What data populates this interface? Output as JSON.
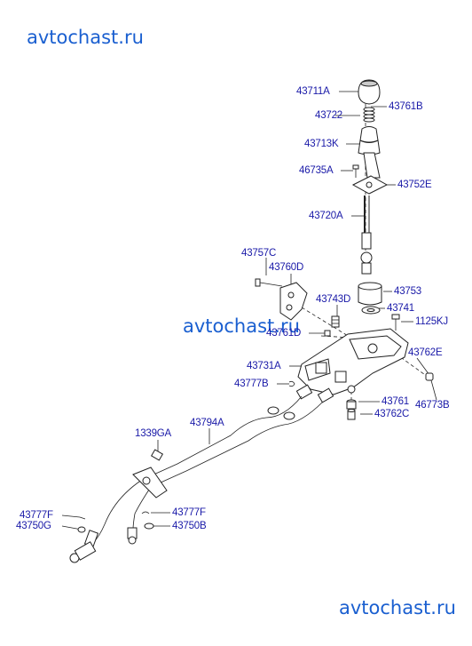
{
  "watermarks": [
    "avtochast.ru",
    "avtochast.ru",
    "avtochast.ru"
  ],
  "labels": [
    "43711A",
    "43761B",
    "43722",
    "43713K",
    "46735A",
    "43752E",
    "43720A",
    "43757C",
    "43760D",
    "43753",
    "43743D",
    "43741",
    "1125KJ",
    "43761D",
    "43762E",
    "43731A",
    "43777B",
    "43761",
    "43762C",
    "46773B",
    "43794A",
    "1339GA",
    "43777F",
    "43750G",
    "43777F",
    "43750B"
  ],
  "colors": {
    "label": "#1a1aa8",
    "watermark": "#1a5fd0",
    "line": "#222222"
  }
}
